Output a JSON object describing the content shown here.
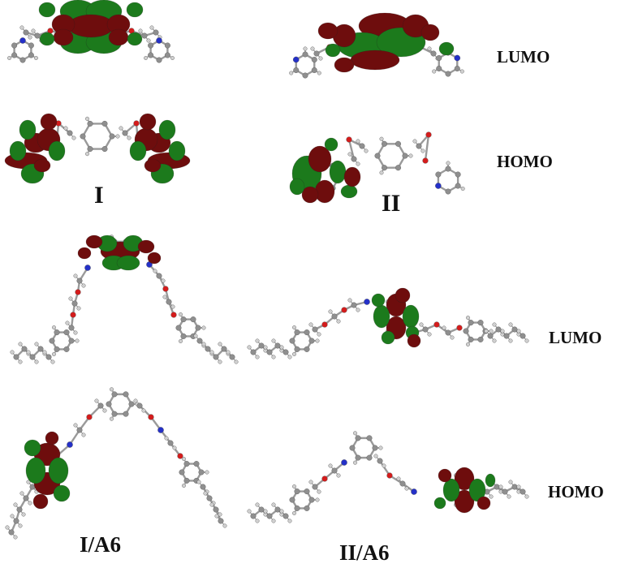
{
  "labels": {
    "lumo": "LUMO",
    "homo": "HOMO",
    "I": "I",
    "II": "II",
    "IA6": "I/A6",
    "IIA6": "II/A6"
  },
  "colors": {
    "lobe_positive": "#6e0d0d",
    "lobe_negative": "#1c7a1c",
    "carbon": "#8f8f8f",
    "hydrogen": "#d0d0d0",
    "oxygen": "#d41c1c",
    "nitrogen": "#2430c8",
    "bond": "#9a9a9a"
  }
}
